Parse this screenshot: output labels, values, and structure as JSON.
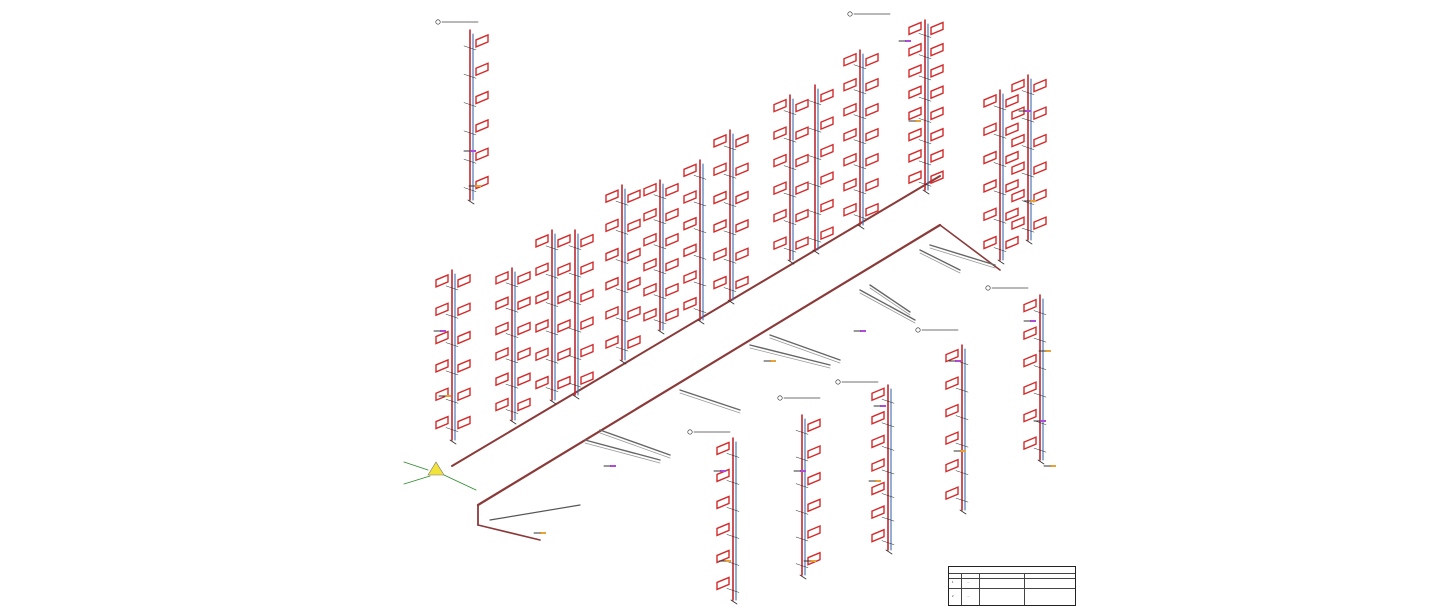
{
  "drawing": {
    "colors": {
      "main_pipe": "#8b3a3a",
      "riser_red": "#c0282d",
      "riser_blue": "#3b6fb0",
      "radiator": "#d42a2a",
      "label_purple": "#b04ad8",
      "label_orange": "#e8a23a",
      "node_yellow": "#f2e33a",
      "leader_green": "#2e8b2e"
    },
    "icons": [
      "radiator-icon",
      "valve-icon",
      "node-marker-icon",
      "riser-pipe"
    ]
  },
  "spec_table": {
    "rows": [
      {
        "col1": "1",
        "col2": "..."
      },
      {
        "col1": "2",
        "col2": "..."
      }
    ]
  }
}
